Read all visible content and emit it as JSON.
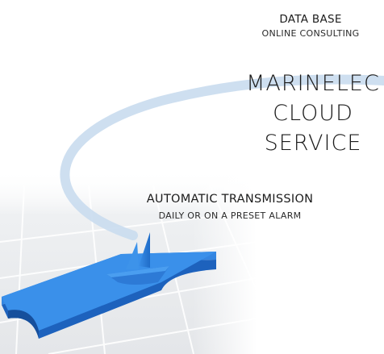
{
  "database": {
    "title": "DATA BASE",
    "subtitle": "ONLINE CONSULTING"
  },
  "service": {
    "line1": "MARINELEC",
    "line2": "CLOUD",
    "line3": "SERVICE"
  },
  "transmission": {
    "title": "AUTOMATIC TRANSMISSION",
    "subtitle": "DAILY OR ON A PRESET ALARM"
  },
  "colors": {
    "arc": "#c9dbee",
    "boat": "#2f7fd8",
    "boat_dark": "#1a5fb5",
    "floor": "#e9eaec"
  },
  "icons": {
    "transmission_path": "arc-path",
    "vessel": "sailboat-icon",
    "base": "dock-platform"
  }
}
